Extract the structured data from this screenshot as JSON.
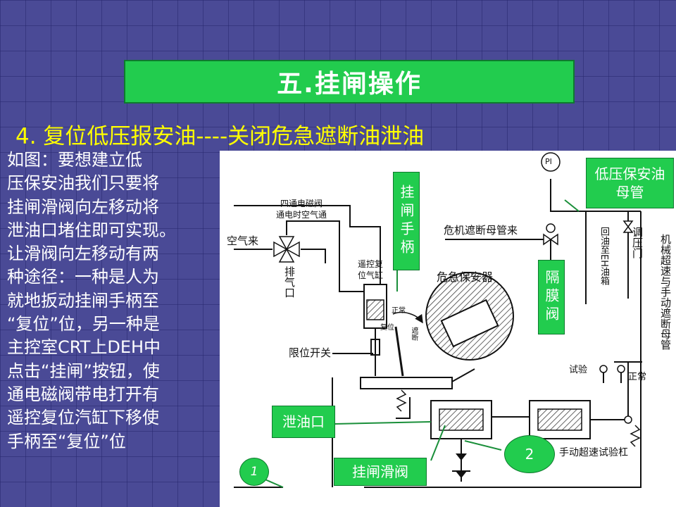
{
  "title": "五.挂闸操作",
  "subtitle": "4. 复位低压报安油----关闭危急遮断油泄油",
  "body_lines": [
    "如图：要想建立低",
    "压保安油我们只要将",
    "挂闸滑阀向左移动将",
    "泄油口堵住即可实现。",
    "让滑阀向左移动有两",
    "种途径：一种是人为",
    "就地扳动挂闸手柄至",
    "“复位”位，另一种是",
    "主控室CRT上DEH中",
    "点击“挂闸”按钮，使",
    "通电磁阀带电打开有",
    "遥控复位汽缸下移使",
    "手柄至“复位”位"
  ],
  "diagram": {
    "labels": {
      "solenoid_line1": "四通电磁阀",
      "solenoid_line2": "通电时空气通",
      "air_in": "空气来",
      "exhaust": "排气口",
      "remote_cyl_line1": "遥控复",
      "remote_cyl_line2": "位气缸",
      "reset_normal": "正常",
      "reset_pos": "复位",
      "trip": "遮断",
      "emergency_governor": "危急保安器",
      "limit_switch": "限位开关",
      "header_from": "危机遮断母管来",
      "pi": "PI",
      "return_oil": "回油至EH油箱",
      "adjust_valve": "调压门",
      "mech_overspeed": "机械超速与手动遮断母管",
      "test": "试验",
      "normal": "正常",
      "manual_overspeed_lever": "手动超速试验杠"
    },
    "callouts": {
      "trip_handle": "挂闸手柄",
      "low_pressure_header": "低压保安油母管",
      "diaphragm_valve": "隔膜阀",
      "drain_port": "泄油口",
      "trip_slide_valve": "挂闸滑阀",
      "badge_1": "1",
      "badge_2": "2"
    }
  }
}
